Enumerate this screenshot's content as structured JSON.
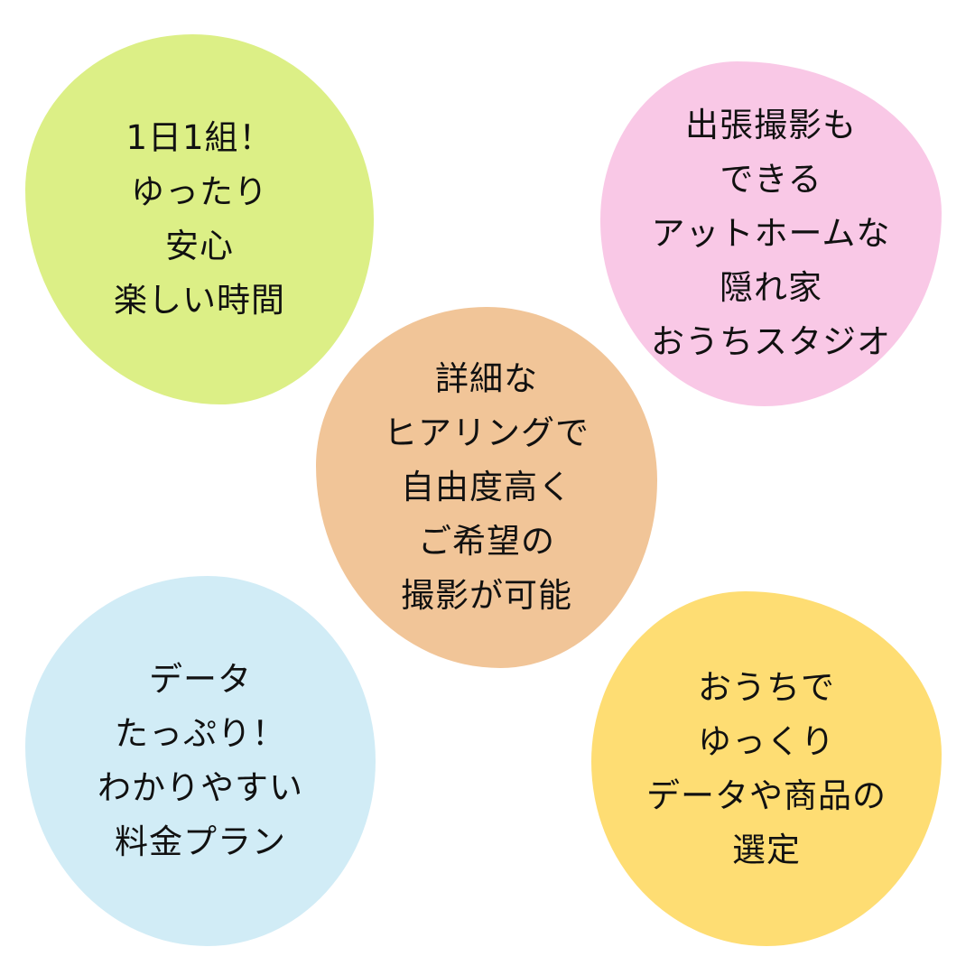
{
  "colors": {
    "green": "#dcef86",
    "pink": "#f9c8e6",
    "orange": "#f1c598",
    "blue": "#d1ecf6",
    "yellow": "#fedd73"
  },
  "bubbles": [
    {
      "lines": [
        "1日1組！",
        "ゆったり",
        "安心",
        "楽しい時間"
      ]
    },
    {
      "lines": [
        "出張撮影も",
        "できる",
        "アットホームな",
        "隠れ家",
        "おうちスタジオ"
      ]
    },
    {
      "lines": [
        "詳細な",
        "ヒアリングで",
        "自由度高く",
        "ご希望の",
        "撮影が可能"
      ]
    },
    {
      "lines": [
        "データ",
        "たっぷり！",
        "わかりやすい",
        "料金プラン"
      ]
    },
    {
      "lines": [
        "おうちで",
        "ゆっくり",
        "データや商品の",
        "選定"
      ]
    }
  ]
}
